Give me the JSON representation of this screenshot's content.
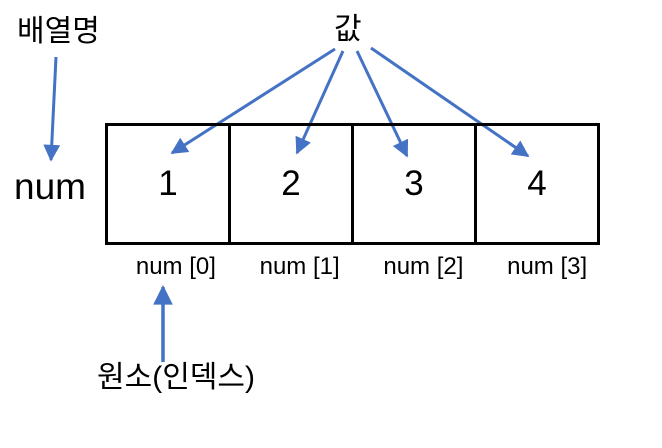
{
  "diagram": {
    "array_name_label": "배열명",
    "value_label": "값",
    "element_label": "원소(인덱스)"
  },
  "array": {
    "name": "num",
    "cells": [
      {
        "value": "1",
        "index_label": "num [0]"
      },
      {
        "value": "2",
        "index_label": "num [1]"
      },
      {
        "value": "3",
        "index_label": "num [2]"
      },
      {
        "value": "4",
        "index_label": "num [3]"
      }
    ]
  },
  "colors": {
    "arrow": "#4472C4",
    "border": "#000000",
    "background": "#FFFFFF",
    "text": "#000000"
  }
}
